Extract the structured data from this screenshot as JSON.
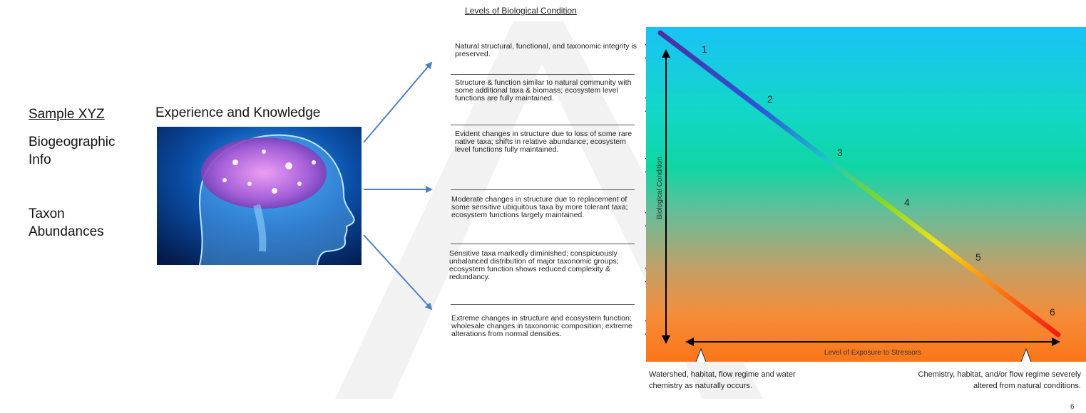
{
  "left": {
    "sample_title": "Sample XYZ",
    "biogeographic": "Biogeographic Info",
    "taxon": "Taxon Abundances",
    "experience_title": "Experience and Knowledge"
  },
  "levels": {
    "title": "Levels of Biological Condition",
    "items": [
      "Natural structural, functional, and taxonomic integrity is preserved.",
      "Structure & function similar to natural community with some additional taxa & biomass; ecosystem level functions are fully maintained.",
      "Evident changes in structure due to loss of some rare native taxa; shifts in relative abundance; ecosystem level functions fully maintained.",
      "Moderate changes in structure due to replacement of  some sensitive ubiquitous taxa by more tolerant taxa; ecosystem functions largely maintained.",
      "Sensitive taxa markedly diminished; conspicuously unbalanced distribution of major taxonomic groups; ecosystem function shows reduced complexity & redundancy.",
      "Extreme changes in structure and ecosystem function; wholesale changes in taxonomic composition; extreme alterations from normal densities."
    ]
  },
  "diagram": {
    "y_axis_label": "Biological Condition",
    "x_axis_label": "Level of Exposure to Stressors",
    "tier_numbers": [
      "1",
      "2",
      "3",
      "4",
      "5",
      "6"
    ],
    "left_note": "Watershed, habitat, flow regime and water chemistry as naturally occurs.",
    "right_note": "Chemistry, habitat, and/or flow regime severely altered from natural conditions.",
    "page_number": "6",
    "colors": {
      "panel_top": "#19c2f5",
      "panel_middle": "#0fd6a4",
      "panel_bottom": "#fb7618",
      "arrow": "#4f81bd"
    }
  }
}
